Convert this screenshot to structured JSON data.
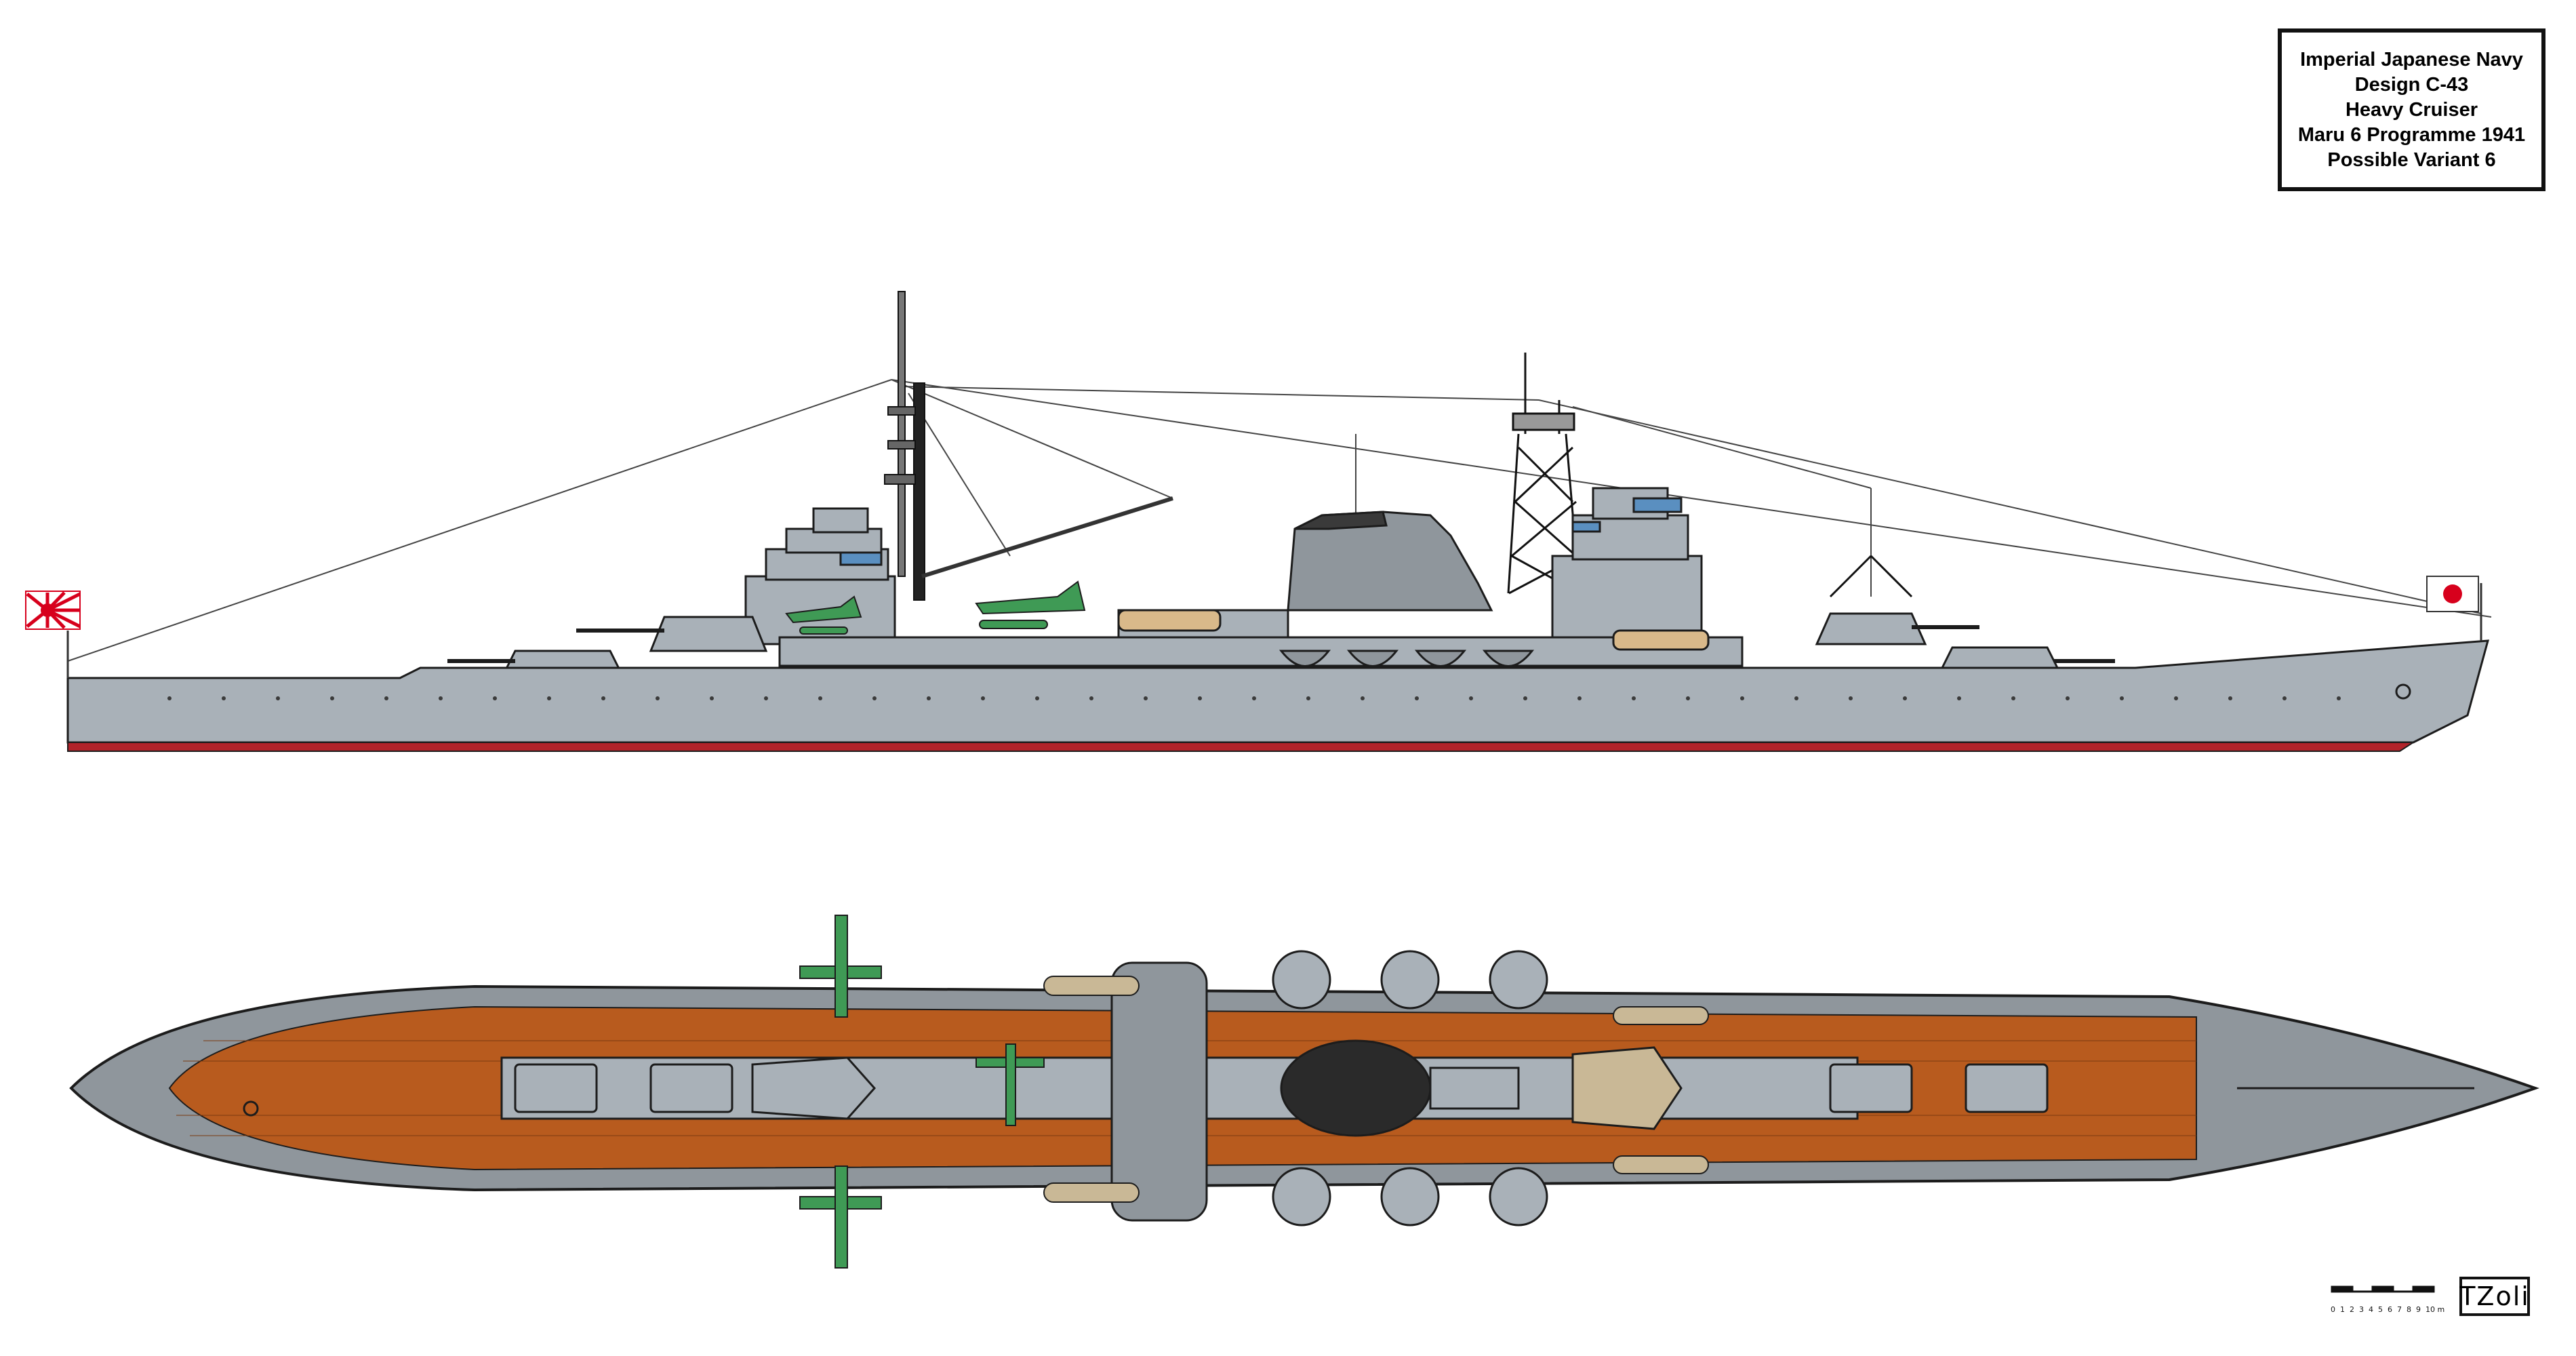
{
  "title_block": {
    "line1": "Imperial Japanese Navy",
    "line2": "Design C-43",
    "line3": "Heavy Cruiser",
    "line4": "Maru 6 Programme 1941",
    "line5": "Possible Variant 6"
  },
  "scale_bar": {
    "ticks": [
      "0",
      "1",
      "2",
      "3",
      "4",
      "5",
      "6",
      "7",
      "8",
      "9",
      "10 m"
    ]
  },
  "signature": {
    "text": "TZoli"
  },
  "colors": {
    "hull_gray": "#a9b1b8",
    "hull_outline": "#1c1c1c",
    "boot_topping": "#b2232a",
    "deck_wood": "#b85b1e",
    "deck_gray": "#8f969c",
    "glass_blue": "#5a8fc0",
    "aircraft_green": "#3f9a55",
    "hinomaru_red": "#d7001c"
  },
  "icons": {
    "rising_sun_flag": "rising-sun-ensign-icon",
    "jack_flag": "hinomaru-jack-icon"
  }
}
